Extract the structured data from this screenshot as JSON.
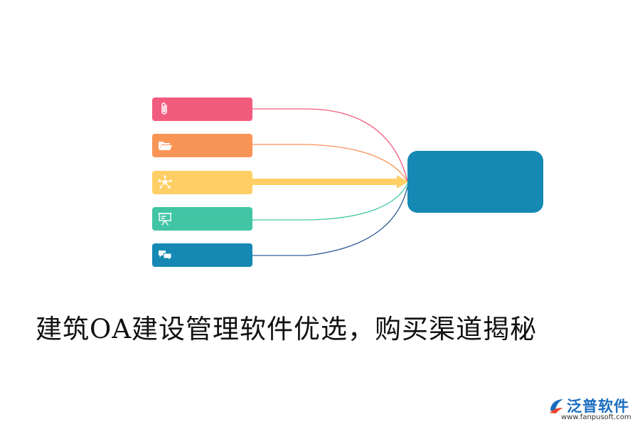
{
  "title": "建筑OA建设管理软件优选，购买渠道揭秘",
  "logo": {
    "name": "泛普软件",
    "url": "www.fanpusoft.com"
  },
  "nodes": [
    {
      "icon": "paperclip-icon",
      "color": "#f15b7e"
    },
    {
      "icon": "folder-icon",
      "color": "#f99457"
    },
    {
      "icon": "network-icon",
      "color": "#ffcf66"
    },
    {
      "icon": "presentation-icon",
      "color": "#41c5a5"
    },
    {
      "icon": "chat-bubbles-icon",
      "color": "#1589b3"
    }
  ],
  "target": {
    "color": "#1589b3"
  }
}
